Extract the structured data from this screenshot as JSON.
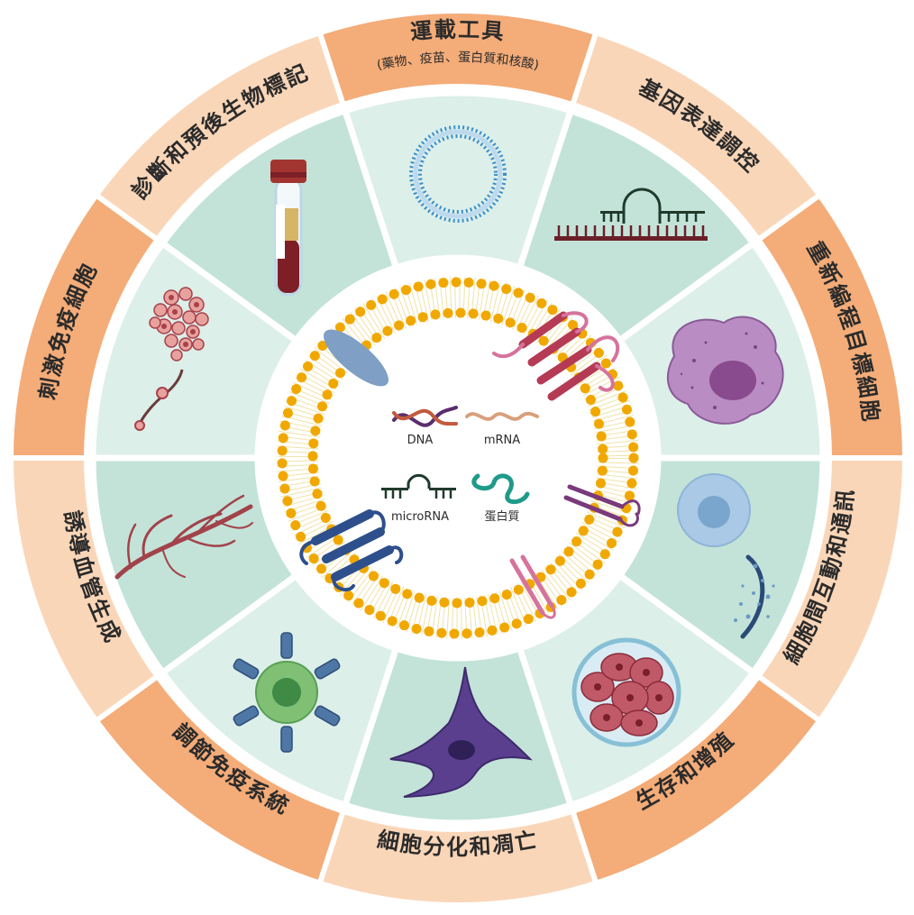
{
  "diagram": {
    "segments": [
      {
        "label": "運載工具",
        "sublabel": "(藥物、疫苗、蛋白質和核酸)",
        "band": "#f4ac78"
      },
      {
        "label": "基因表達調控",
        "band": "#fad6b8"
      },
      {
        "label": "重新編程目標細胞",
        "band": "#f4ac78"
      },
      {
        "label": "細胞間互動和通訊",
        "band": "#fad6b8"
      },
      {
        "label": "生存和增殖",
        "band": "#f4ac78"
      },
      {
        "label": "細胞分化和凋亡",
        "band": "#fad6b8"
      },
      {
        "label": "調節免疫系統",
        "band": "#f4ac78"
      },
      {
        "label": "誘導血管生成",
        "band": "#fad6b8"
      },
      {
        "label": "刺激免疫細胞",
        "band": "#f4ac78"
      },
      {
        "label": "診斷和預後生物標記",
        "band": "#fad6b8"
      }
    ],
    "panel_colors": [
      "#dcefe9",
      "#c3e3d8"
    ],
    "legend": {
      "dna": "DNA",
      "mrna": "mRNA",
      "microrna": "microRNA",
      "protein": "蛋白質"
    },
    "icons": [
      "liposome-icon",
      "microrna-hairpin-icon",
      "reprogrammed-cell-icon",
      "signaling-cell-icon",
      "proliferating-cells-dish-icon",
      "neuron-cell-icon",
      "immune-cell-icon",
      "blood-vessel-icon",
      "tumor-cluster-icon",
      "blood-tube-icon"
    ]
  }
}
